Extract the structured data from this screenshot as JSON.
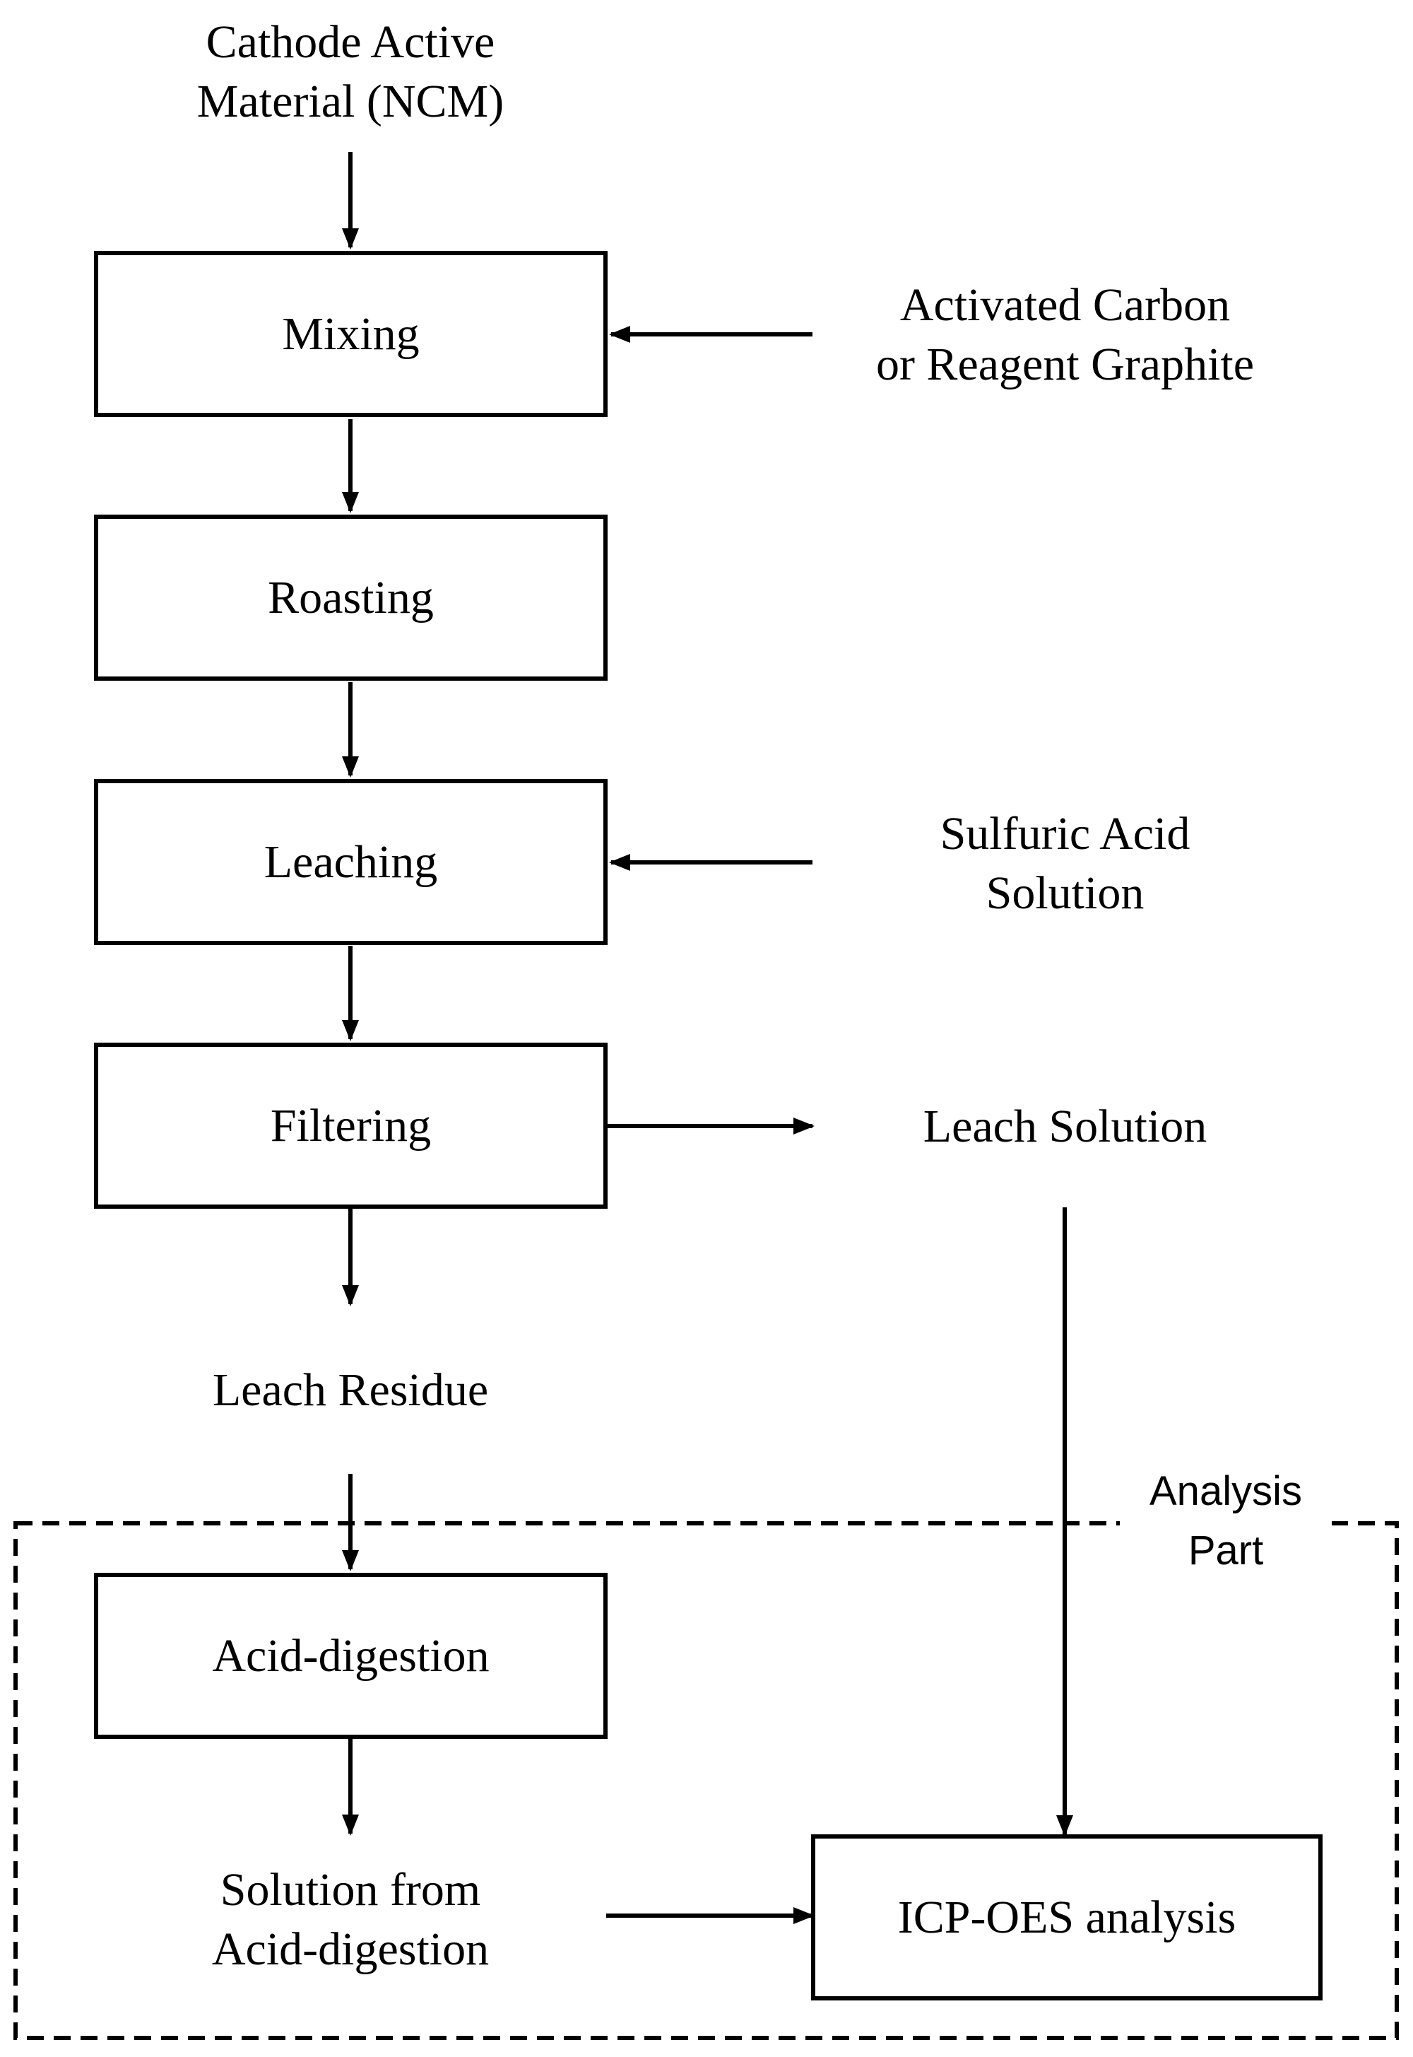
{
  "input": {
    "line1": "Cathode Active",
    "line2": "Material (NCM)"
  },
  "steps": {
    "mixing": "Mixing",
    "roasting": "Roasting",
    "leaching": "Leaching",
    "filtering": "Filtering",
    "acid_digestion": "Acid-digestion",
    "icp": "ICP-OES analysis"
  },
  "side_inputs": {
    "carbon_line1": "Activated Carbon",
    "carbon_line2": "or Reagent Graphite",
    "acid_line1": "Sulfuric Acid",
    "acid_line2": "Solution"
  },
  "outputs": {
    "leach_solution": "Leach Solution",
    "leach_residue": "Leach Residue",
    "digest_line1": "Solution from",
    "digest_line2": "Acid-digestion"
  },
  "analysis": {
    "line1": "Analysis",
    "line2": "Part"
  }
}
